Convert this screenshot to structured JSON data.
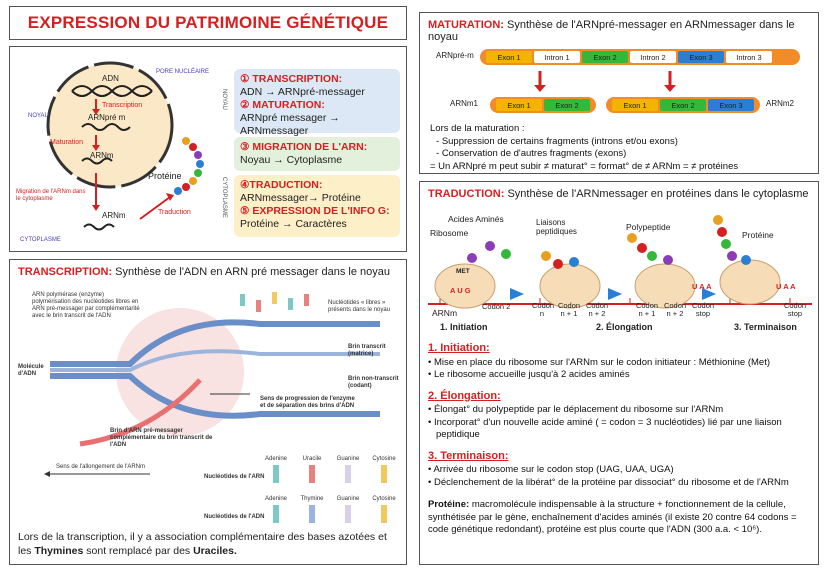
{
  "main_title": "EXPRESSION DU PATRIMOINE GÉNÉTIQUE",
  "overview": {
    "pore_label": "PORE NUCLÉAIRE",
    "noyau_label": "NOYAU",
    "cytoplasme_label": "CYTOPLASME",
    "adn_label": "ADN",
    "transcription_arrow": "Transcription",
    "arn_pre_m": "ARNpré m",
    "maturation_arrow": "Maturation",
    "arn_m": "ARNm",
    "migration_label": "Migration de l'ARNm dans le cytoplasme",
    "arn_m_cyto": "ARNm",
    "proteine_label": "Protéine",
    "traduction_arrow": "Traduction",
    "side_noyau": "NOYAU",
    "side_cytoplasme": "CYTOPLASME",
    "steps": [
      {
        "title": "① TRANSCRIPTION:",
        "line": "ADN → ARNpré-messager"
      },
      {
        "title": "② MATURATION:",
        "line": "ARNpré messager → ARNmessager"
      },
      {
        "title": "③ MIGRATION DE L'ARN:",
        "line": "Noyau → Cytoplasme"
      },
      {
        "title": "④TRADUCTION:",
        "line": "ARNmessager→ Protéine"
      },
      {
        "title": "⑤ EXPRESSION DE L'INFO G:",
        "line": "Protéine → Caractères"
      }
    ]
  },
  "transcription": {
    "title": "TRANSCRIPTION:",
    "subtitle": "Synthèse de l'ADN en ARN pré messager dans le noyau",
    "note_enzyme": "ARN polymérase (enzyme) polymérisation des nucléotides libres en ARN pré-messager par complémentarité avec le brin transcrit de l'ADN",
    "nucleotides_libres": "Nucléotides « libres » présents dans le noyau",
    "molecule_adn": "Molécule d'ADN",
    "brin_transcrit": "Brin transcrit (matrice)",
    "brin_non_transcrit": "Brin non-transcrit (codant)",
    "sens_progression": "Sens de progression de l'enzyme et de séparation des brins d'ADN",
    "brin_arn": "Brin d'ARN pré-messager complémentaire du brin transcrit de l'ADN",
    "sens_allongement": "Sens de l'allongement de l'ARNm",
    "nuc_arn_label": "Nucléotides de l'ARN",
    "nuc_adn_label": "Nucléotides de l'ADN",
    "arn_bases": [
      "Adenine",
      "Uracile",
      "Guanine",
      "Cytosine"
    ],
    "adn_bases": [
      "Adenine",
      "Thymine",
      "Guanine",
      "Cytosine"
    ],
    "conclusion_1": "Lors de la transcription, il y a association complémentaire des bases azotées et les ",
    "conclusion_bold1": "Thymines",
    "conclusion_2": " sont remplacé par des ",
    "conclusion_bold2": "Uraciles."
  },
  "maturation": {
    "title": "MATURATION:",
    "subtitle": "Synthèse de l'ARNpré-messager en ARNmessager dans le noyau",
    "arn_pre_m": "ARNpré-m",
    "segments": [
      "Exon 1",
      "Intron 1",
      "Exon 2",
      "Intron 2",
      "Exon 3",
      "Intron 3"
    ],
    "arn_m1": "ARNm1",
    "arn_m1_segments": [
      "Exon 1",
      "Exon 2"
    ],
    "arn_m2_segments": [
      "Exon 1",
      "Exon 2",
      "Exon 3"
    ],
    "arn_m2": "ARNm2",
    "text_head": "Lors de la maturation :",
    "bullet_1": "Suppression de certains fragments (introns et/ou exons)",
    "bullet_2": "Conservation de d'autres fragments (exons)",
    "conclusion": "= Un ARNpré m peut subir ≠ maturat° = format° de ≠ ARNm = ≠ protéines"
  },
  "traduction": {
    "title": "TRADUCTION:",
    "subtitle": "Synthèse de l'ARNmessager en protéines dans le cytoplasme",
    "labels": {
      "acides_amines": "Acides Aminés",
      "ribosome": "Ribosome",
      "liaisons": "Liaisons peptidiques",
      "polypeptide": "Polypeptide",
      "proteine": "Protéine",
      "met": "MET",
      "aug": "A U G",
      "uaa": "U A A",
      "arnm": "ARNm",
      "codon2": "Codon 2",
      "codon_n": "Codon n",
      "codon_n1": "Codon n + 1",
      "codon_n2": "Codon n + 2",
      "codon_stop": "Codon stop"
    },
    "phases": [
      "1. Initiation",
      "2. Élongation",
      "3. Terminaison"
    ],
    "s1_title": "1.   Initiation:",
    "s1_b1": "Mise en place du ribosome sur l'ARNm sur le codon initiateur : Méthionine (Met)",
    "s1_b2": "Le ribosome accueille jusqu'à 2 acides aminés",
    "s2_title": "2. Élongation:",
    "s2_b1": "Élongat° du polypeptide par le déplacement du ribosome sur l'ARNm",
    "s2_b2": "Incorporat° d'un nouvelle acide aminé ( = codon = 3 nucléotides) lié par une liaison peptidique",
    "s3_title": "3. Terminaison:",
    "s3_b1": "Arrivée du ribosome sur le codon stop (UAG, UAA, UGA)",
    "s3_b2": "Déclenchement de la libérat° de la protéine par dissociat° du ribosome et de l'ARNm",
    "proteine_bold": "Protéine:",
    "proteine_def": " macromolécule indispensable à la structure + fonctionnement de la cellule, synthétisée par le gène, enchaînement d'acides aminés (il existe 20 contre 64 codons = code génétique redondant),  protéine est plus courte que l'ADN (300 a.a. < 10⁶)."
  },
  "colors": {
    "accent_red": "#d42020",
    "exon1": "#f2b400",
    "exon2": "#34b83a",
    "exon3": "#2a7fd4",
    "intron": "#ffffff",
    "step_blue": "#dce8f5",
    "step_green": "#e3f0dc",
    "step_yellow": "#fdf0c8"
  }
}
